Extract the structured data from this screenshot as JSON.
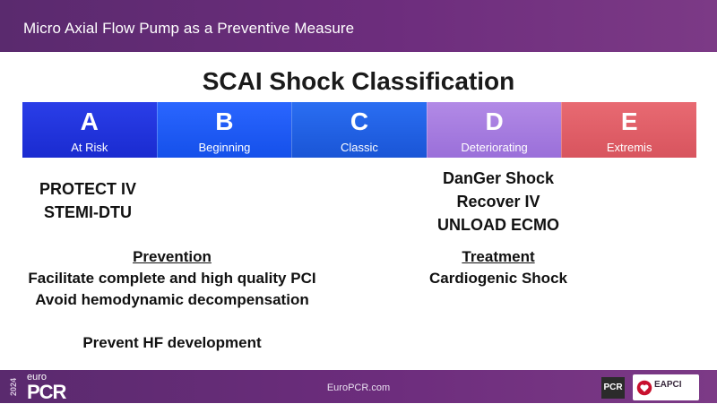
{
  "header": {
    "title": "Micro Axial Flow Pump as a Preventive Measure"
  },
  "main": {
    "title": "SCAI Shock Classification",
    "stages": [
      {
        "letter": "A",
        "label": "At Risk",
        "color": "#1f33dc"
      },
      {
        "letter": "B",
        "label": "Beginning",
        "color": "#1f5cf5"
      },
      {
        "letter": "C",
        "label": "Classic",
        "color": "#1f62e4"
      },
      {
        "letter": "D",
        "label": "Deteriorating",
        "color": "#a67ddf"
      },
      {
        "letter": "E",
        "label": "Extremis",
        "color": "#e05f68"
      }
    ],
    "left_trials": [
      "PROTECT IV",
      "STEMI-DTU"
    ],
    "right_trials": [
      "DanGer Shock",
      "Recover IV",
      "UNLOAD ECMO"
    ],
    "prevention": {
      "heading": "Prevention",
      "lines": [
        "Facilitate complete and high quality PCI",
        "Avoid hemodynamic decompensation"
      ],
      "extra": "Prevent HF development"
    },
    "treatment": {
      "heading": "Treatment",
      "lines": [
        "Cardiogenic Shock"
      ]
    }
  },
  "footer": {
    "year": "2024",
    "brand_small": "euro",
    "brand_large": "PCR",
    "site": "EuroPCR.com",
    "badge": "PCR",
    "partner": "EAPCI"
  },
  "colors": {
    "brand_purple": "#6d2d7d"
  }
}
